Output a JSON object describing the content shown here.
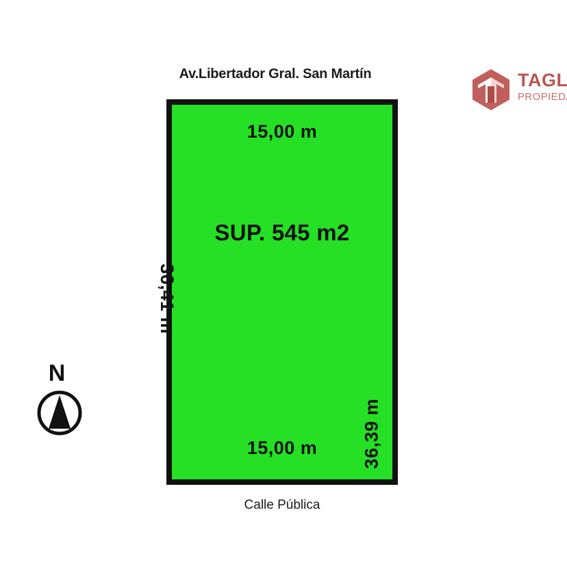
{
  "plan": {
    "street_top": "Av.Libertador Gral. San Martín",
    "street_bottom": "Calle Pública",
    "dimension_top": "15,00 m",
    "dimension_bottom": "15,00 m",
    "dimension_left": "36,41 m",
    "dimension_right": "36,39 m",
    "surface_label": "SUP. 545 m2",
    "lot_fill_color": "#25E025",
    "lot_border_color": "#111111"
  },
  "brand": {
    "name": "TAGL",
    "subtitle": "PROPIEDA",
    "mark_icon": "hexagon-t-logo-icon",
    "primary_color": "#B95652",
    "secondary_color": "#C2706C"
  },
  "compass": {
    "north_letter": "N",
    "rose_icon": "compass-north-arrow-icon"
  }
}
